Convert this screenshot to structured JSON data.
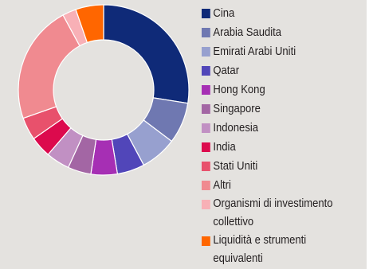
{
  "chart_data": {
    "type": "pie",
    "style": "donut",
    "legend_position": "right",
    "title": "",
    "slices": [
      {
        "label": "Cina",
        "value": 27.5,
        "color": "#0f2a78"
      },
      {
        "label": "Arabia Saudita",
        "value": 7.8,
        "color": "#6f78b1"
      },
      {
        "label": "Emirati Arabi Uniti",
        "value": 6.9,
        "color": "#97a0cf"
      },
      {
        "label": "Qatar",
        "value": 5.2,
        "color": "#5146b9"
      },
      {
        "label": "Hong Kong",
        "value": 5.0,
        "color": "#a62fb4"
      },
      {
        "label": "Singapore",
        "value": 4.4,
        "color": "#a366a4"
      },
      {
        "label": "Indonesia",
        "value": 4.5,
        "color": "#c190c3"
      },
      {
        "label": "India",
        "value": 4.0,
        "color": "#dc0a4d"
      },
      {
        "label": "Stati Uniti",
        "value": 4.3,
        "color": "#e8516c"
      },
      {
        "label": "Altri",
        "value": 22.5,
        "color": "#f08a90"
      },
      {
        "label": "Organismi di investimento collettivo",
        "value": 2.6,
        "color": "#f8b0b6"
      },
      {
        "label": "Liquidità e strumenti equivalenti",
        "value": 5.3,
        "color": "#ff6600"
      }
    ]
  },
  "legend": {
    "items": [
      {
        "lines": [
          "Cina"
        ]
      },
      {
        "lines": [
          "Arabia Saudita"
        ]
      },
      {
        "lines": [
          "Emirati Arabi Uniti"
        ]
      },
      {
        "lines": [
          "Qatar"
        ]
      },
      {
        "lines": [
          "Hong Kong"
        ]
      },
      {
        "lines": [
          "Singapore"
        ]
      },
      {
        "lines": [
          "Indonesia"
        ]
      },
      {
        "lines": [
          "India"
        ]
      },
      {
        "lines": [
          "Stati Uniti"
        ]
      },
      {
        "lines": [
          "Altri"
        ]
      },
      {
        "lines": [
          "Organismi di investimento",
          "collettivo"
        ]
      },
      {
        "lines": [
          "Liquidità e strumenti",
          "equivalenti"
        ]
      }
    ]
  }
}
